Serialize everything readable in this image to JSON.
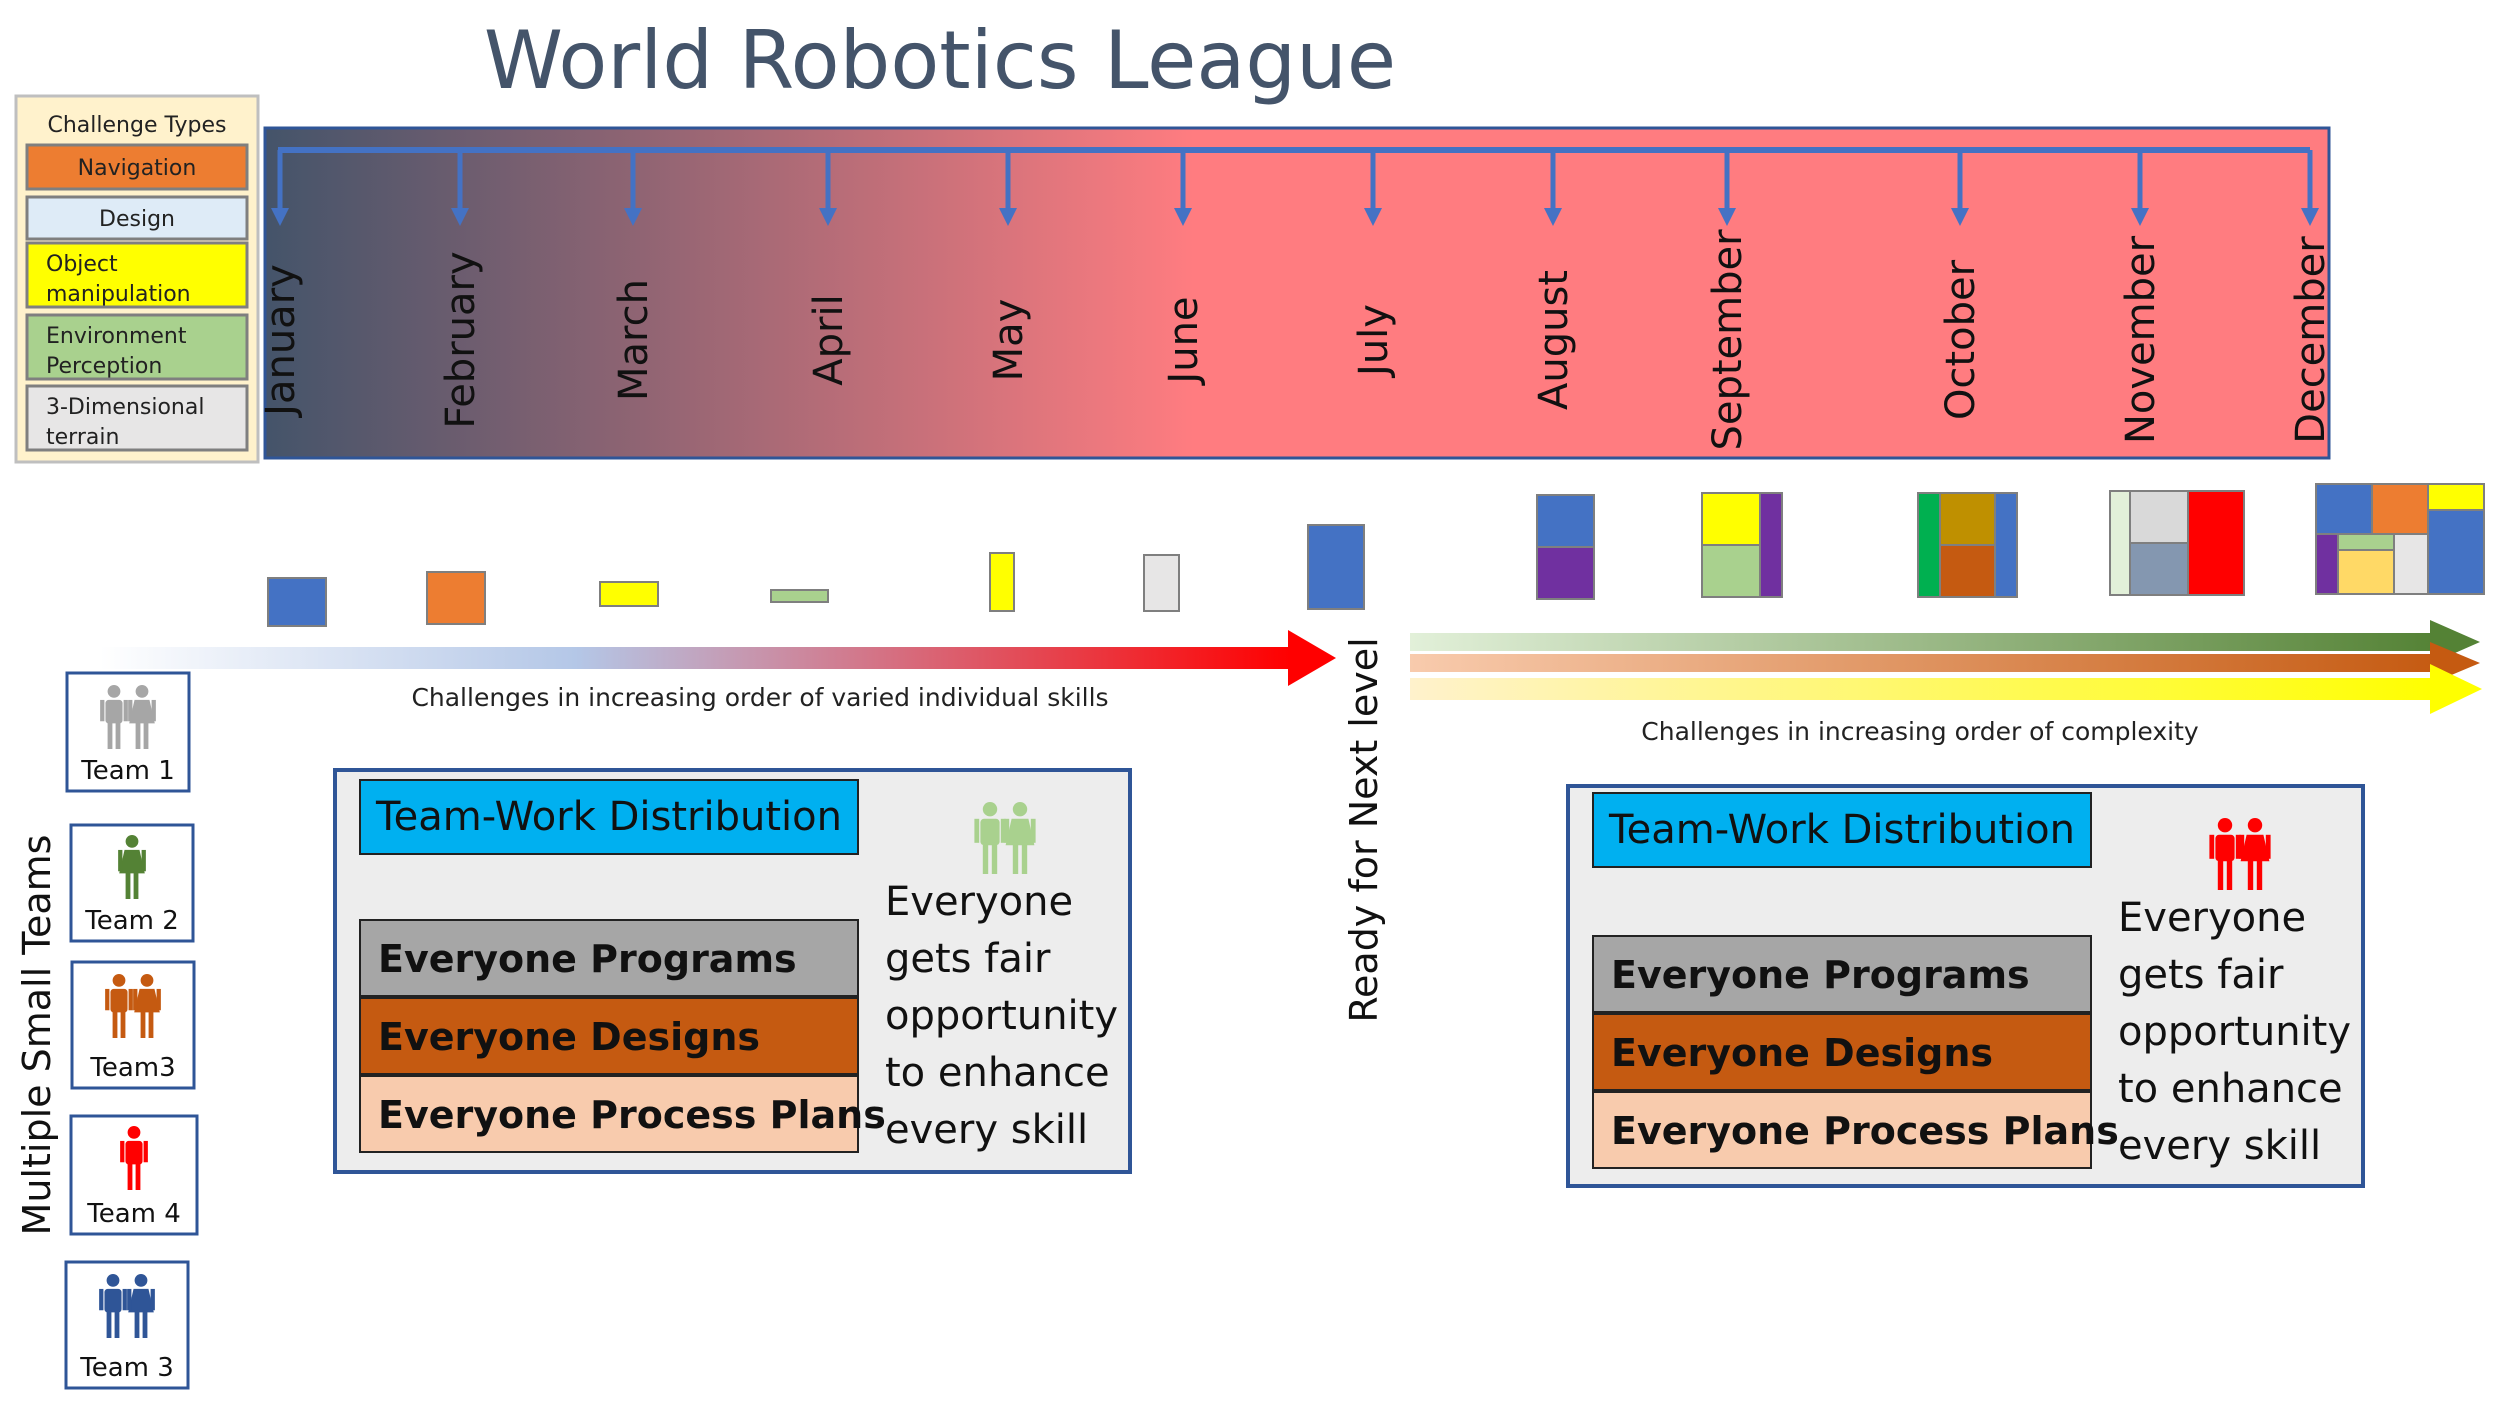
{
  "title": "World Robotics League",
  "legend": {
    "title": "Challenge Types",
    "items": [
      {
        "label": "Navigation",
        "color": "#ED7D31"
      },
      {
        "label": "Design",
        "color": "#DEEBF7"
      },
      {
        "label": "Object manipulation",
        "color": "#FFFF00"
      },
      {
        "label": "Environment Perception",
        "color": "#A9D18E"
      },
      {
        "label": "3-Dimensional terrain",
        "color": "#E7E6E6"
      }
    ]
  },
  "months": [
    "January",
    "February",
    "March",
    "April",
    "May",
    "June",
    "July",
    "August",
    "September",
    "October",
    "November",
    "December"
  ],
  "challenge_colors": {
    "blue": "#4472C4",
    "orange": "#ED7D31",
    "yellow": "#FFFF00",
    "green": "#A9D18E",
    "lightgray": "#E7E6E6",
    "purple": "#7030A0",
    "darkgreen": "#00B050",
    "gold": "#BF9000",
    "rust": "#C55A11",
    "lightgreen": "#E2F0D9",
    "red": "#FF0000",
    "slate": "#8497B0",
    "lightyellow": "#FFD966",
    "gray": "#D9D9D9"
  },
  "arrows": {
    "left_caption": "Challenges in increasing order of varied individual skills",
    "right_caption": "Challenges in increasing order of complexity",
    "milestone": "Ready for Next level"
  },
  "teams_axis_label": "Multiple Small Teams",
  "teams": [
    {
      "label": "Team 1",
      "color": "#A6A6A6",
      "people": 2
    },
    {
      "label": "Team 2",
      "color": "#548235",
      "people": 1
    },
    {
      "label": "Team3",
      "color": "#C55A11",
      "people": 2
    },
    {
      "label": "Team 4",
      "color": "#FF0000",
      "people": 1
    },
    {
      "label": "Team 3",
      "color": "#2F5597",
      "people": 2
    }
  ],
  "panels": [
    {
      "distribution": "Team-Work Distribution",
      "roles": [
        "Everyone Programs",
        "Everyone Designs",
        "Everyone Process Plans"
      ],
      "note_lines": [
        "Everyone",
        "gets fair",
        "opportunity",
        "to enhance",
        "every skill"
      ],
      "icon_color": "#A9D18E"
    },
    {
      "distribution": "Team-Work Distribution",
      "roles": [
        "Everyone Programs",
        "Everyone Designs",
        "Everyone Process Plans"
      ],
      "note_lines": [
        "Everyone",
        "gets fair",
        "opportunity",
        "to enhance",
        "every skill"
      ],
      "icon_color": "#FF0000"
    }
  ],
  "role_colors": [
    "#A6A6A6",
    "#C55A11",
    "#F8CBAD"
  ],
  "distribution_color": "#00B0F0"
}
